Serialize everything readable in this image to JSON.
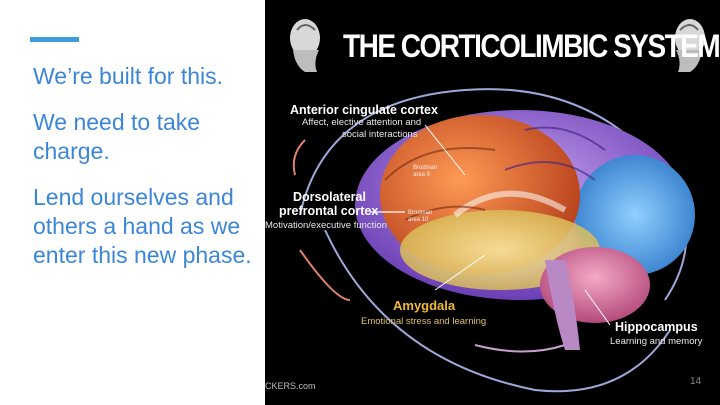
{
  "slide": {
    "paragraphs": [
      "We’re built for this.",
      "We need to take charge.",
      "Lend ourselves and others a hand as we enter this new phase."
    ],
    "page_number": "14",
    "accent_color": "#3d9be0",
    "text_color": "#3c86d8"
  },
  "figure": {
    "title": "THE CORTICOLIMBIC SYSTEM",
    "labels": {
      "acc_title": "Anterior cingulate cortex",
      "acc_sub1": "Affect, elective attention and",
      "acc_sub2": "social interactions",
      "dlpfc_title1": "Dorsolateral",
      "dlpfc_title2": "prefrontal cortex",
      "dlpfc_sub": "Motivation/executive function",
      "amygdala_title": "Amygdala",
      "amygdala_sub": "Emotional stress and learning",
      "hippo_title": "Hippocampus",
      "hippo_sub": "Learning and memory",
      "brodmann_9a": "Brodman",
      "brodmann_9b": "area 9",
      "brodmann_10a": "Brodman",
      "brodmann_10b": "area 10",
      "credit": "CKERS.com"
    },
    "icons": [
      "head-profile-icon-left",
      "head-profile-icon-right"
    ]
  }
}
